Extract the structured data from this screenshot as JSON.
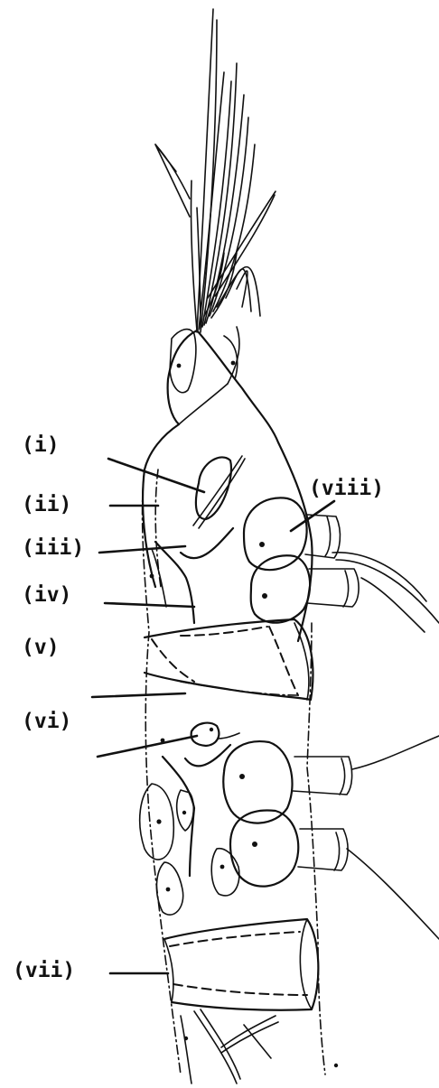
{
  "labels": {
    "i": "(i)",
    "ii": "(ii)",
    "iii": "(iii)",
    "iv": "(iv)",
    "v": "(v)",
    "vi": "(vi)",
    "vii": "(vii)",
    "viii": "(viii)"
  },
  "colors": {
    "ink": "#111111",
    "background": "#ffffff"
  }
}
